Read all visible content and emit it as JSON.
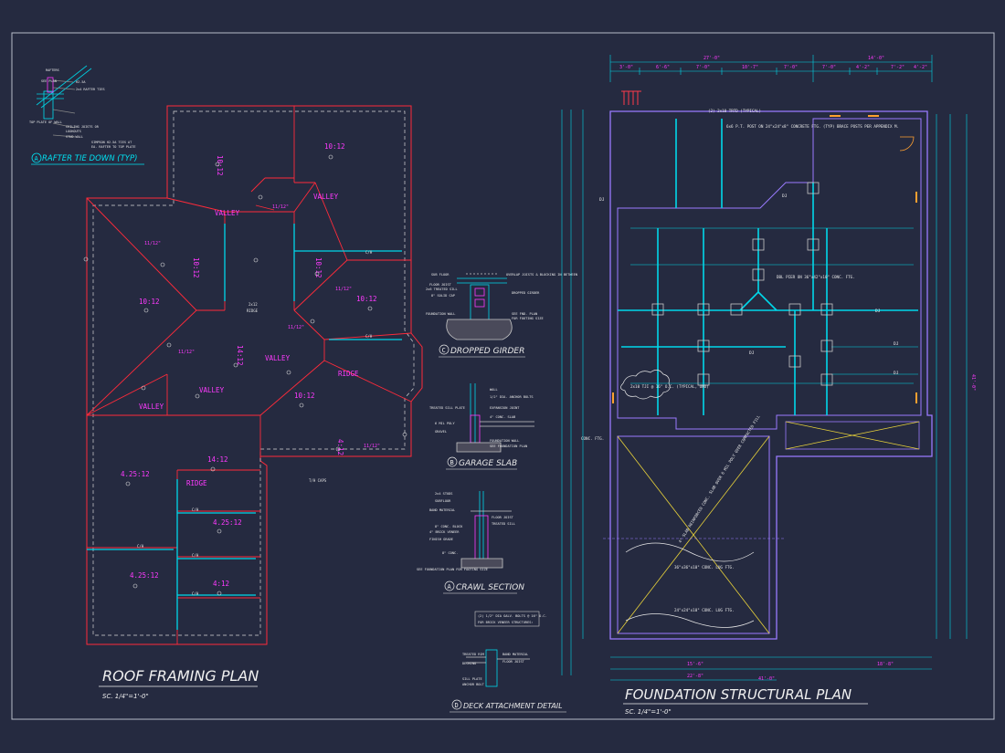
{
  "roof_plan": {
    "title": "ROOF FRAMING PLAN",
    "scale": "SC. 1/4\"=1'-0\"",
    "pitches": [
      "10:12",
      "10:12",
      "10:12",
      "10:12",
      "10:12",
      "10:12",
      "10:12",
      "14:12",
      "14:12",
      "4.25:12",
      "4.25:12",
      "4.25:12",
      "4:12",
      "4:12"
    ],
    "labels": {
      "valley": "VALLEY",
      "ridge": "RIDGE",
      "hip": "11/12\"",
      "ridge_note": "2x12",
      "ridge_note2": "RIDGE",
      "ch": "C/H",
      "th_caps": "T/H CAPS"
    }
  },
  "rafter_tie": {
    "title": "RAFTER TIE DOWN (TYP)",
    "tag": "A",
    "notes": [
      "RAFTERS",
      "SEE PLAN",
      "H2.5A",
      "2x4 RAFTER TIES",
      "TOP PLATE OF WALL",
      "CEILING JOISTS OR",
      "LOOKOUTS",
      "STUD WALL",
      "SIMPSON H2.5A TIES AT",
      "EA. RAFTER TO TOP PLATE"
    ]
  },
  "details": {
    "dropped_girder": {
      "tag": "C",
      "title": "DROPPED GIRDER",
      "notes": [
        "SUB FLOOR",
        "FLOOR JOIST",
        "2x6 TREATED SILL",
        "8\" SOLID CAP",
        "FOUNDATION WALL",
        "OVERLAP JOISTS & BLOCKING IN BETWEEN",
        "DROPPED GIRDER",
        "SEE FND. PLAN",
        "FOR FOOTING SIZE"
      ]
    },
    "garage_slab": {
      "tag": "B",
      "title": "GARAGE SLAB",
      "notes": [
        "WALL",
        "1/2\" DIA. ANCHOR BOLTS",
        "TREATED SILL PLATE",
        "EXPANSION JOINT",
        "4\" CONC. SLAB",
        "6 MIL POLY",
        "GRAVEL",
        "FOUNDATION WALL",
        "SEE FOUNDATION PLAN"
      ]
    },
    "crawl_section": {
      "tag": "A",
      "title": "CRAWL SECTION",
      "notes": [
        "2x4 STUDS",
        "SUBFLOOR",
        "BAND MATERIAL",
        "FLOOR JOIST",
        "TREATED SILL",
        "8\" CONC. BLOCK",
        "4\" BRICK VENEER",
        "FINISH GRADE",
        "8\" CONC.",
        "SEE FOUNDATION PLAN FOR FOOTING SIZE"
      ]
    },
    "deck_attachment": {
      "tag": "D",
      "title": "DECK ATTACHMENT DETAIL",
      "notes": [
        "(2) 1/2\" DIA GALV. BOLTS @ 16\" O.C.",
        "FOR BRICK VENEER STRUCTURES:",
        "TREATED RIM",
        "DECKING",
        "BAND MATERIAL",
        "FLOOR JOIST",
        "SILL PLATE",
        "ANCHOR BOLT"
      ]
    }
  },
  "foundation_plan": {
    "title": "FOUNDATION STRUCTURAL PLAN",
    "scale": "SC. 1/4\"=1'-0\"",
    "dims_top": [
      "3'-0\"",
      "6'-6\"",
      "7'-0\"",
      "10'-7\"",
      "7'-0\"",
      "7'-0\"",
      "4'-2\"",
      "7'-2\"",
      "4'-2\""
    ],
    "dims_top_overall": [
      "27'-0\"",
      "14'-0\""
    ],
    "dims_overall": "41'-0\"",
    "notes": {
      "posts": "(2) 2x10 TRTD (TYPICAL)",
      "post_note": "6x6 P.T. POST ON 24\"x24\"x8\" CONCRETE FTG. (TYP) BRACE POSTS PER APPENDIX M.",
      "pier": "DBL PIER ON 36\"x42\"x10\" CONC. FTG.",
      "joists": "2x10 TJI @ 16\" O.C. (TYPICAL, UNO)",
      "conc_ftg": "CONC. FTG.",
      "lug1": "36\"x36\"x10\" CONC. LUG FTG.",
      "lug2": "24\"x24\"x10\" CONC. LUG FTG.",
      "dj": "DJ",
      "slab_note": "4\" SLAB REINFORCED CONC. SLAB OVER 6 MIL POLY OVER COMPACTED FILL"
    },
    "dims_bottom": [
      "15'-6\"",
      "22'-8\"",
      "18'-8\"",
      "41'-0\""
    ]
  }
}
